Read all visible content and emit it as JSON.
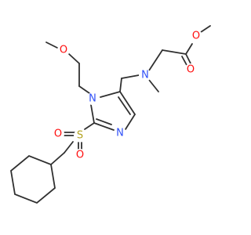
{
  "colors": {
    "bond": "#303030",
    "O": "#ff0d0d",
    "N": "#3050f8",
    "S": "#b3a321"
  },
  "atoms": {
    "o_methoxy": "O",
    "o_ester_single": "O",
    "o_ester_double": "O",
    "n_amine": "N",
    "n_ring_1": "N",
    "n_ring_3": "N",
    "s_sulfonyl": "S",
    "o_sulfonyl_a": "O",
    "o_sulfonyl_b": "O"
  }
}
